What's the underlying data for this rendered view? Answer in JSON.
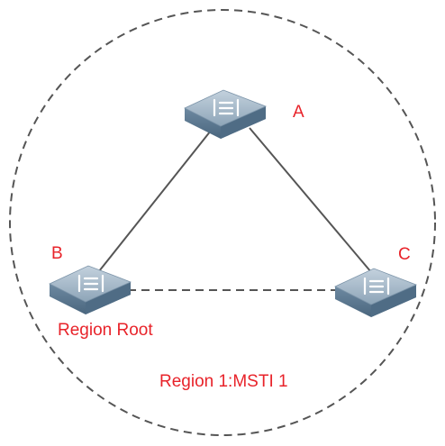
{
  "diagram": {
    "region_caption": "Region 1:MSTI 1",
    "colors": {
      "label": "#e8232a",
      "boundary": "#555555",
      "link": "#555555",
      "switch_top": "#9fb3c4",
      "switch_side": "#5c7a94",
      "switch_icon": "#ffffff"
    },
    "nodes": [
      {
        "id": "A",
        "label": "A",
        "icon": "switch-icon"
      },
      {
        "id": "B",
        "label": "B",
        "sublabel": "Region Root",
        "icon": "switch-icon"
      },
      {
        "id": "C",
        "label": "C",
        "icon": "switch-icon"
      }
    ],
    "links": [
      {
        "from": "A",
        "to": "B",
        "style": "solid"
      },
      {
        "from": "A",
        "to": "C",
        "style": "solid"
      },
      {
        "from": "B",
        "to": "C",
        "style": "dashed"
      }
    ]
  }
}
